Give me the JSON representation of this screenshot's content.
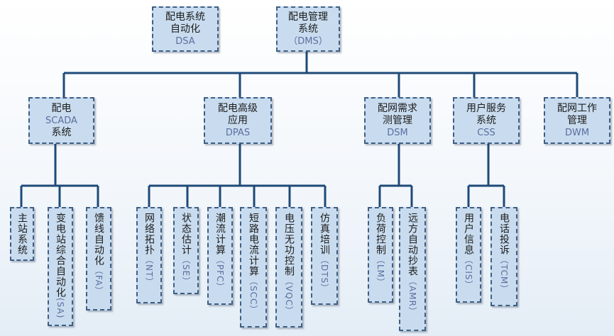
{
  "top": {
    "dsa": {
      "lines": [
        "配电系统",
        "自动化",
        "DSA"
      ]
    },
    "dms": {
      "lines": [
        "配电管理",
        "系统",
        "（DMS）"
      ]
    }
  },
  "level2": [
    {
      "lines": [
        "配电",
        "SCADA",
        "系统"
      ]
    },
    {
      "lines": [
        "配电高级",
        "应用",
        "DPAS"
      ]
    },
    {
      "lines": [
        "配网需求",
        "测管理",
        "DSM"
      ]
    },
    {
      "lines": [
        "用户服务",
        "系统",
        "CSS"
      ]
    },
    {
      "lines": [
        "配网工作",
        "管理",
        "DWM"
      ]
    }
  ],
  "leaves": [
    {
      "text": "主站系统",
      "code": ""
    },
    {
      "text": "变电站综合自动化",
      "code": "(SA)"
    },
    {
      "text": "馈线自动化",
      "code": "（FA）"
    },
    {
      "text": "网络拓扑",
      "code": "（NT）"
    },
    {
      "text": "状态估计",
      "code": "（SE）"
    },
    {
      "text": "潮流计算",
      "code": "（PFC）"
    },
    {
      "text": "短路电流计算",
      "code": "（SCC）"
    },
    {
      "text": "电压无功控制",
      "code": "（VQC）"
    },
    {
      "text": "仿真培训",
      "code": "（DTS）"
    },
    {
      "text": "负荷控制",
      "code": "（LM）"
    },
    {
      "text": "远方自动抄表",
      "code": "（AMR）"
    },
    {
      "text": "用户信息",
      "code": "（CIS）"
    },
    {
      "text": "电话投诉",
      "code": "（TCM）"
    }
  ],
  "colors": {
    "box_fill": "#c9dcef",
    "box_border": "#3f5f84",
    "line": "#1e4a78"
  }
}
